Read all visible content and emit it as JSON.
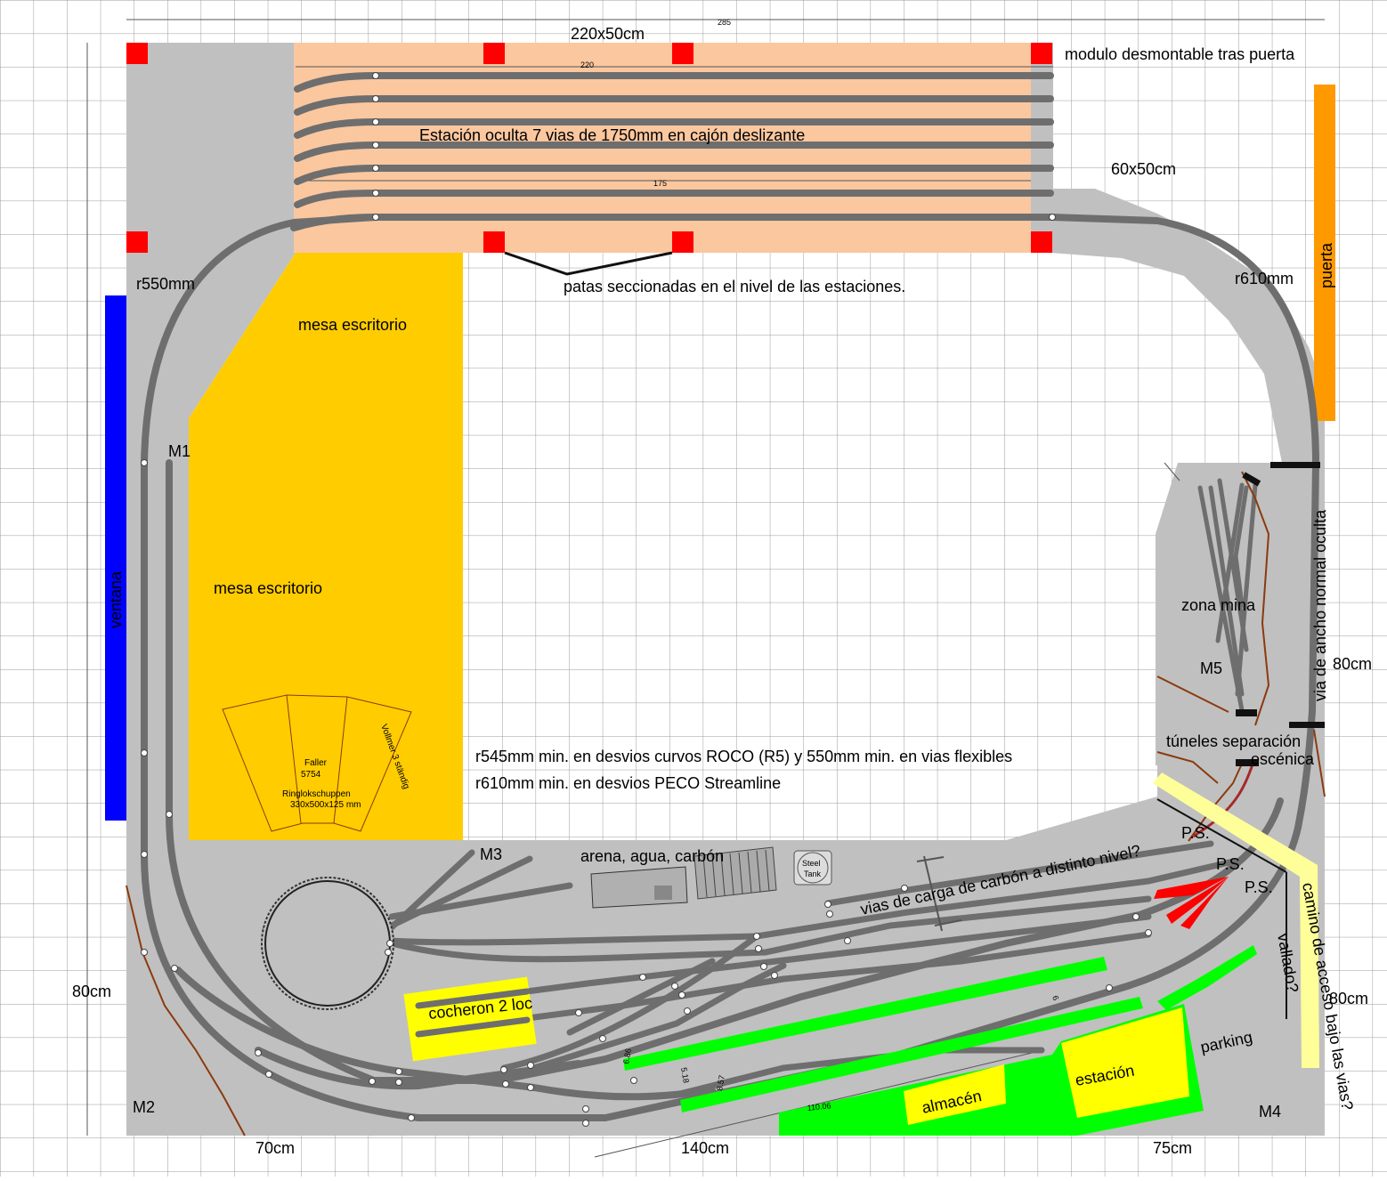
{
  "dimensions": {
    "top_total": "285",
    "top_module": "220x50cm",
    "inner_220": "220",
    "inner_175": "175",
    "side_module": "60x50cm",
    "right_80": "80cm",
    "right_bottom_80": "80cm",
    "left_80": "80cm",
    "bottom_70": "70cm",
    "bottom_140": "140cm",
    "bottom_75": "75cm"
  },
  "labels": {
    "modulo": "modulo desmontable tras puerta",
    "estacion_oculta": "Estación oculta 7 vias de 1750mm en cajón deslizante",
    "patas": "patas seccionadas en el nivel de las estaciones.",
    "r550": "r550mm",
    "r610": "r610mm",
    "puerta": "puerta",
    "ventana": "ventana",
    "mesa1": "mesa escritorio",
    "mesa2": "mesa escritorio",
    "m1": "M1",
    "m2": "M2",
    "m3": "M3",
    "m4": "M4",
    "m5": "M5",
    "zona_mina": "zona mina",
    "via_ancho": "via de ancho normal oculta",
    "tuneles1": "túneles separación",
    "tuneles2": "escénica",
    "note1": "r545mm min. en desvios curvos ROCO (R5) y 550mm min. en vias flexibles",
    "note2": "r610mm min. en desvios PECO Streamline",
    "arena": "arena, agua, carbón",
    "steel": "Steel",
    "tank": "Tank",
    "carga": "vias de carga de carbón a distinto nivel?",
    "ps1": "P.S.",
    "ps2": "P.S.",
    "ps3": "P.S.",
    "camino": "camino de acceso bajo las vias?",
    "vallado": "vallado?",
    "cocheron": "cocheron 2 loc",
    "parking": "parking",
    "estacion": "estación",
    "almacen": "almacén",
    "faller": "Faller",
    "faller_num": "5754",
    "ringlok": "Ringlokschuppen",
    "ringlok_dim": "330x500x125 mm",
    "vollmer": "Vollmer 3 ständig",
    "tiny_1": "110.06",
    "tiny_2": "6",
    "tiny_3": "8.57",
    "tiny_4": "5.18",
    "tiny_5": "6.86"
  },
  "colors": {
    "grid": "#9a9a9a",
    "base": "#c0c0c0",
    "hidden_station": "#fbc79f",
    "desk": "#ffcc00",
    "window": "#0000ff",
    "door": "#ff9900",
    "track": "#6e6e6e",
    "green": "#00ff00",
    "yellow": "#ffff00",
    "red": "#ff0000",
    "brown": "#8b3a0e"
  }
}
